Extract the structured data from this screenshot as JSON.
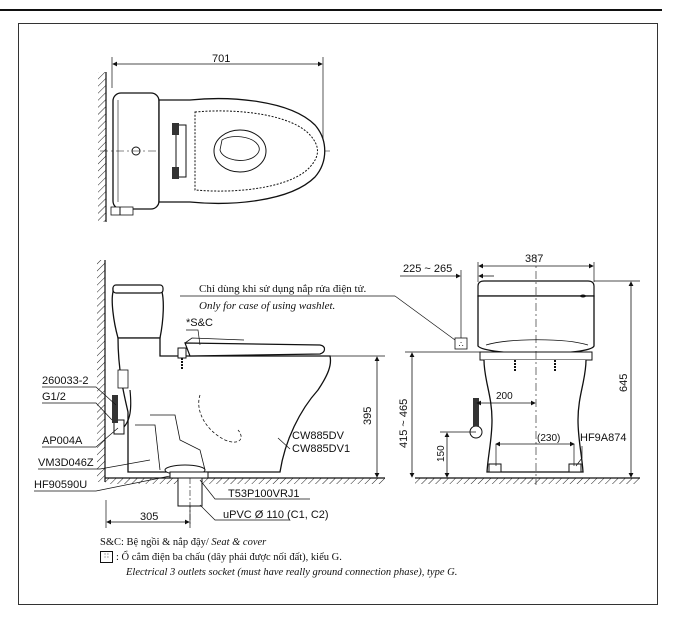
{
  "dims": {
    "top_width": "701",
    "side_height": "395",
    "side_rough": "305",
    "front_width": "387",
    "front_offset": "225 ~ 265",
    "front_height": "645",
    "front_range": "415 ~ 465",
    "front_200": "200",
    "front_230": "(230)",
    "front_150": "150"
  },
  "labels": {
    "p260033": "260033-2",
    "g12": "G1/2",
    "ap004a": "AP004A",
    "vm3d046z": "VM3D046Z",
    "hf90590u": "HF90590U",
    "sc": "*S&C",
    "cw885dv": "CW885DV",
    "cw885dv1": "CW885DV1",
    "t53p": "T53P100VRJ1",
    "upvc": "uPVC Ø 110 (C1, C2)",
    "hf9a874": "HF9A874",
    "washlet_vi": "Chỉ dùng khi sử dụng nắp rửa điện tử.",
    "washlet_en": "Only for case of using washlet."
  },
  "notes": {
    "sc_vi": "S&C: Bệ ngồi & nắp đậy/ ",
    "sc_en": "Seat & cover",
    "socket_symbol": "∷",
    "socket_vi": ": Ổ cắm điện ba chấu (dây phải được nối đất), kiểu G.",
    "socket_en": "Electrical 3 outlets socket (must have really ground connection phase), type G."
  }
}
